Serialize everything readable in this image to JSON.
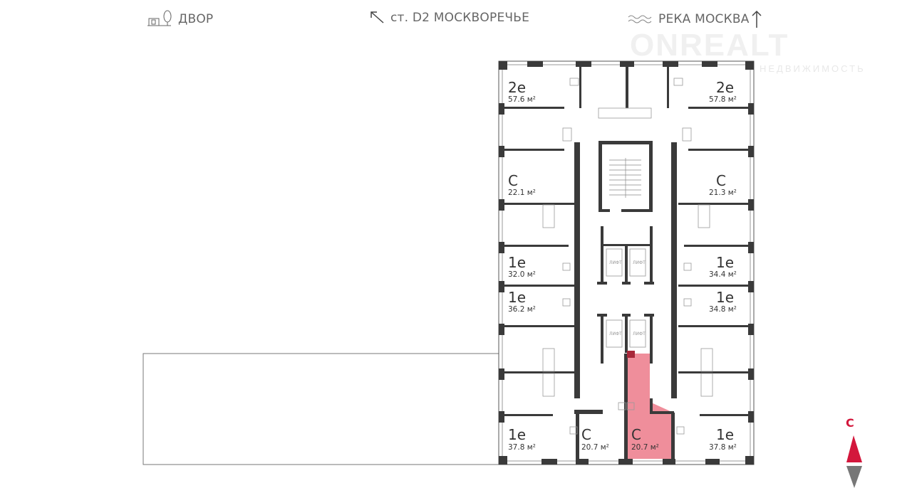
{
  "header": {
    "yard_label": "ДВОР",
    "station_label": "ст. D2 МОСКВОРЕЧЬЕ",
    "river_label": "РЕКА МОСКВА"
  },
  "watermark": {
    "brand": "ONREALT",
    "subtitle": "НЕДВИЖИМОСТЬ"
  },
  "compass": {
    "north_label": "С"
  },
  "lift_label": "ЛИФТ",
  "colors": {
    "selected": "#ef8e9b",
    "wall": "#3a3a3a",
    "compass": "#d3173c"
  },
  "units": [
    {
      "type": "2е",
      "area": "57.6 м²"
    },
    {
      "type": "2е",
      "area": "57.8 м²"
    },
    {
      "type": "С",
      "area": "22.1 м²"
    },
    {
      "type": "С",
      "area": "21.3 м²"
    },
    {
      "type": "1е",
      "area": "32.0 м²"
    },
    {
      "type": "1е",
      "area": "34.4 м²"
    },
    {
      "type": "1е",
      "area": "36.2 м²"
    },
    {
      "type": "1е",
      "area": "34.8 м²"
    },
    {
      "type": "1е",
      "area": "37.8 м²"
    },
    {
      "type": "С",
      "area": "20.7 м²"
    },
    {
      "type": "С",
      "area": "20.7 м²",
      "selected": true
    },
    {
      "type": "1е",
      "area": "37.8 м²"
    }
  ]
}
